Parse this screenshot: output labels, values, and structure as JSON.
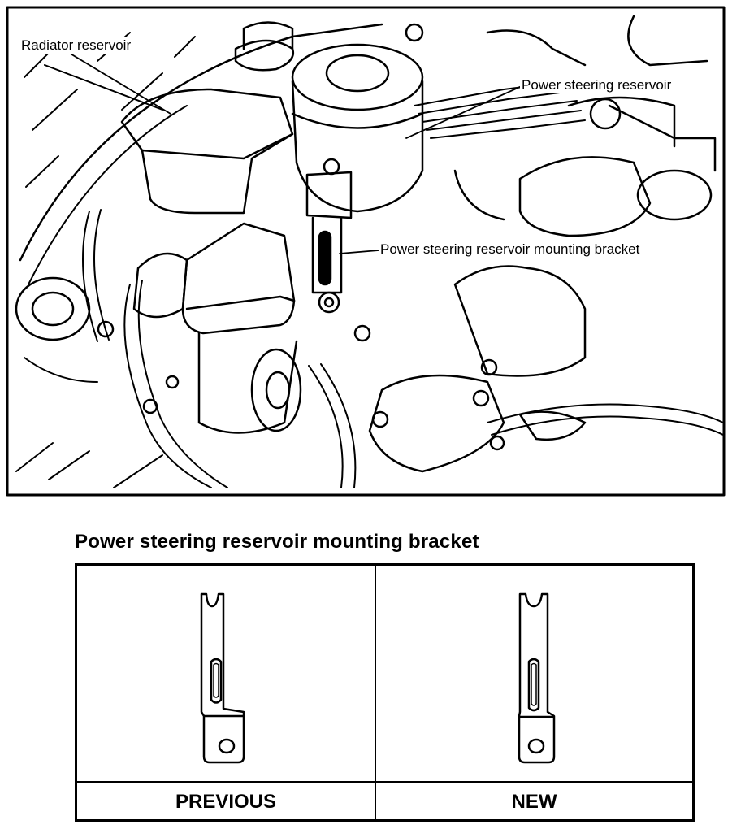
{
  "figure": {
    "callouts": {
      "radiator_reservoir": "Radiator reservoir",
      "power_steering_reservoir": "Power steering reservoir",
      "mounting_bracket": "Power steering reservoir mounting bracket"
    }
  },
  "comparison": {
    "title": "Power steering reservoir mounting bracket",
    "previous_label": "PREVIOUS",
    "new_label": "NEW"
  }
}
